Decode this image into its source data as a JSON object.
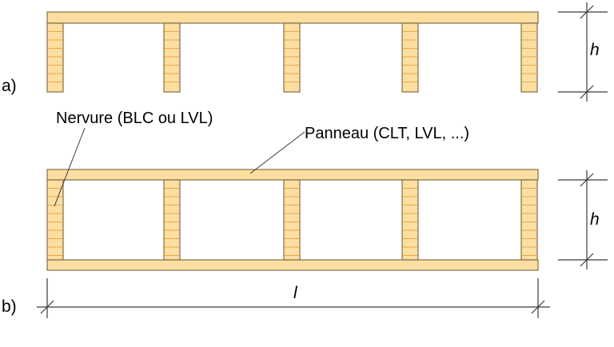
{
  "colors": {
    "wood_fill": "#fcdea0",
    "wood_stroke": "#8a7850",
    "rib_lines": "#e8a64a",
    "line": "#3a3a3a",
    "text": "#000000"
  },
  "labels": {
    "part_a": "a)",
    "part_b": "b)",
    "rib": "Nervure (BLC ou LVL)",
    "panel": "Panneau (CLT, LVL, ...)",
    "height_a": "h",
    "height_b": "h",
    "length": "l"
  },
  "ribs_per_section": 5
}
